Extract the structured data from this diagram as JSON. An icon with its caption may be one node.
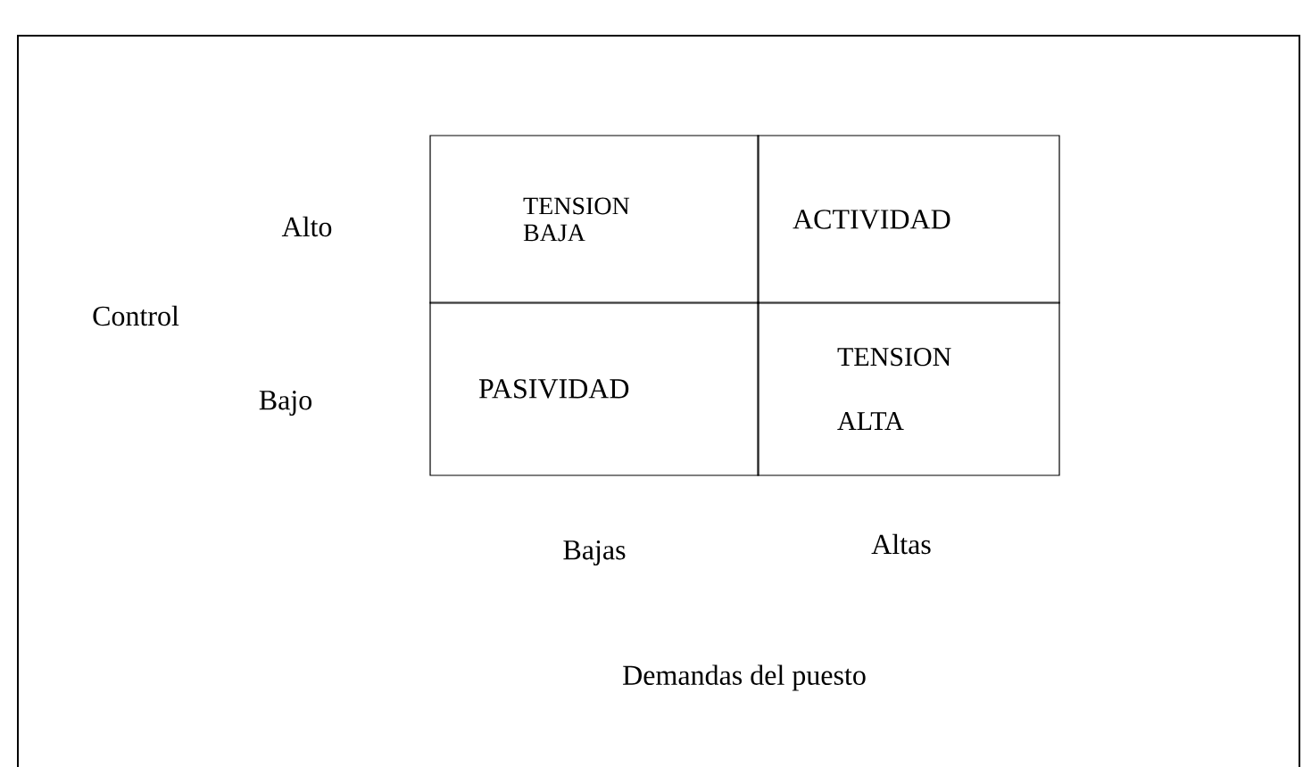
{
  "diagram": {
    "nodes": [
      {
        "text": [
          "TENSION BAJA"
        ]
      },
      {
        "text": [
          "ACTIVIDAD"
        ]
      },
      {
        "text": [
          "PASIVIDAD"
        ]
      },
      {
        "text": [
          "TENSION ALTA"
        ]
      }
    ],
    "labels": [
      "Alto",
      "Control",
      "Bajo",
      "Bajas",
      "Altas",
      "Demandas del puesto"
    ]
  }
}
